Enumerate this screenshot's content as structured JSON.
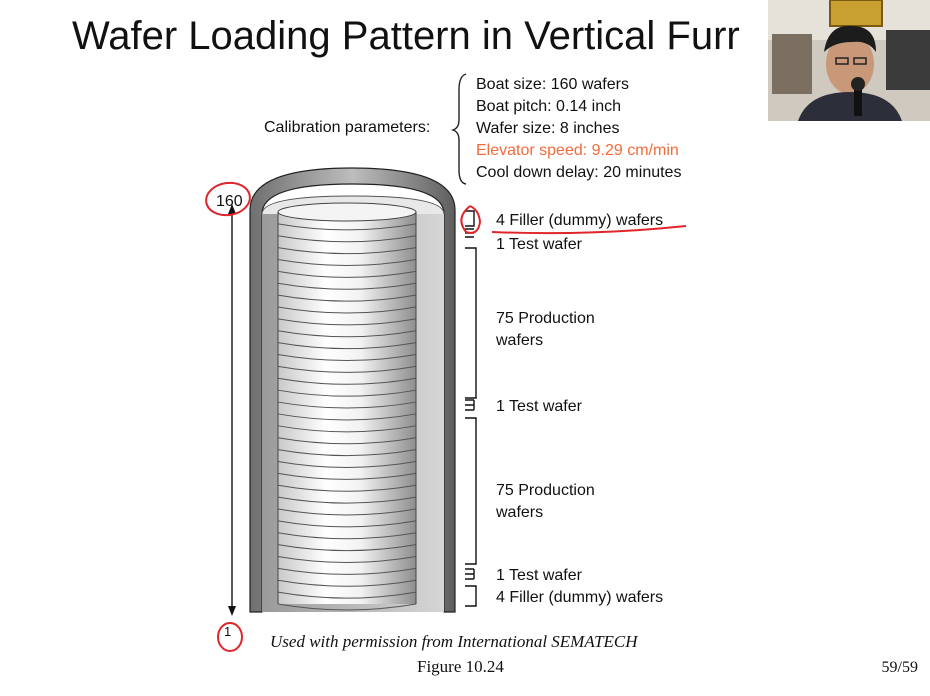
{
  "slide": {
    "title": "Wafer Loading Pattern in Vertical Furr",
    "calibration_label": "Calibration parameters:",
    "parameters": [
      {
        "text": "Boat size:  160 wafers",
        "highlight": false
      },
      {
        "text": "Boat pitch:  0.14 inch",
        "highlight": false
      },
      {
        "text": "Wafer size:  8 inches",
        "highlight": false
      },
      {
        "text": "Elevator speed:  9.29 cm/min",
        "highlight": true
      },
      {
        "text": "Cool down delay: 20 minutes",
        "highlight": false
      }
    ],
    "top_number": "160",
    "bottom_number": "1",
    "loading_labels": [
      "4 Filler (dummy) wafers",
      "1 Test wafer",
      "75 Production",
      "wafers",
      "1 Test wafer",
      "75 Production",
      "wafers",
      "1 Test wafer",
      "4 Filler (dummy) wafers"
    ],
    "caption": "Used with permission from International SEMATECH",
    "figure_label": "Figure 10.24",
    "page_number": "59/59"
  },
  "colors": {
    "highlight": "#f26b3a",
    "annotation": "#e0262a"
  }
}
